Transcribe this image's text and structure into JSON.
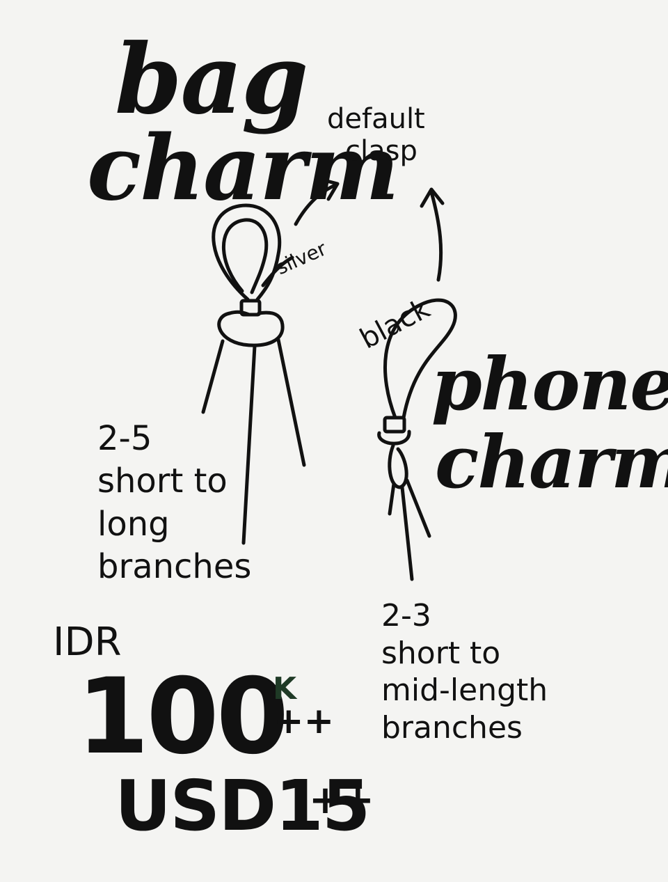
{
  "bag_charm": {
    "title_line1": "bag",
    "title_line2": "charm",
    "clasp_color": "silver",
    "branches": [
      "2-5",
      "short to",
      "long",
      "branches"
    ]
  },
  "phone_charm": {
    "title_line1": "phone",
    "title_line2": "charm",
    "strap_color": "black",
    "branches": [
      "2-3",
      "short to",
      "mid-length",
      "branches"
    ]
  },
  "clasp_note": [
    "default",
    "clasp"
  ],
  "price": {
    "idr_label": "IDR",
    "idr_amount": "100",
    "idr_suffix": "K",
    "idr_plus": "++",
    "usd": "USD15",
    "usd_plus": "++"
  },
  "colors": {
    "ink": "#111111",
    "paper": "#f4f4f2",
    "accent_green": "#1f3a26"
  }
}
